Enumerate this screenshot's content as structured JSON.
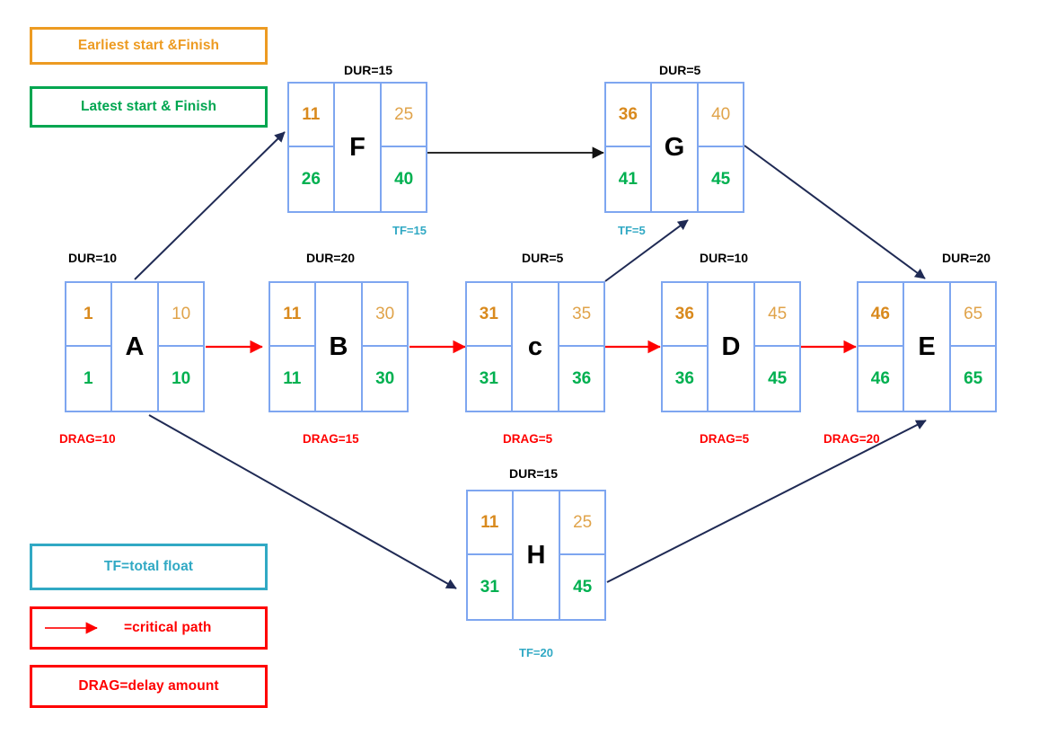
{
  "diagram": {
    "title": "Critical Path Method Network Diagram",
    "colors": {
      "earliest": "#D98A1E",
      "latest": "#00B050",
      "total_float": "#31A9C4",
      "critical_path": "#FF0000",
      "node_border": "#7EA6F0",
      "arrow": "#1F2A54"
    }
  },
  "legend": [
    {
      "id": "earliest",
      "label": "Earliest start &Finish",
      "style": "orange"
    },
    {
      "id": "latest",
      "label": "Latest start & Finish",
      "style": "green"
    },
    {
      "id": "tf",
      "label": "TF=total float",
      "style": "teal"
    },
    {
      "id": "critical",
      "label": "=critical path",
      "style": "red"
    },
    {
      "id": "drag",
      "label": "DRAG=delay amount",
      "style": "red"
    }
  ],
  "nodes": [
    {
      "id": "A",
      "letter": "A",
      "es": "1",
      "ef": "10",
      "ls": "1",
      "lf": "10",
      "dur": "DUR=10",
      "tf": null,
      "drag": "DRAG=10",
      "ef_dim": true
    },
    {
      "id": "B",
      "letter": "B",
      "es": "11",
      "ef": "30",
      "ls": "11",
      "lf": "30",
      "dur": "DUR=20",
      "tf": null,
      "drag": "DRAG=15",
      "ef_dim": true
    },
    {
      "id": "C",
      "letter": "c",
      "es": "31",
      "ef": "35",
      "ls": "31",
      "lf": "36",
      "dur": "DUR=5",
      "tf": null,
      "drag": "DRAG=5",
      "ef_dim": true
    },
    {
      "id": "D",
      "letter": "D",
      "es": "36",
      "ef": "45",
      "ls": "36",
      "lf": "45",
      "dur": "DUR=10",
      "tf": null,
      "drag": "DRAG=5",
      "ef_dim": true
    },
    {
      "id": "E",
      "letter": "E",
      "es": "46",
      "ef": "65",
      "ls": "46",
      "lf": "65",
      "dur": "DUR=20",
      "tf": null,
      "drag": "DRAG=20",
      "ef_dim": true
    },
    {
      "id": "F",
      "letter": "F",
      "es": "11",
      "ef": "25",
      "ls": "26",
      "lf": "40",
      "dur": "DUR=15",
      "tf": "TF=15",
      "drag": null,
      "ef_dim": true
    },
    {
      "id": "G",
      "letter": "G",
      "es": "36",
      "ef": "40",
      "ls": "41",
      "lf": "45",
      "dur": "DUR=5",
      "tf": "TF=5",
      "drag": null,
      "ef_dim": true
    },
    {
      "id": "H",
      "letter": "H",
      "es": "11",
      "ef": "25",
      "ls": "31",
      "lf": "45",
      "dur": "DUR=15",
      "tf": "TF=20",
      "drag": null,
      "ef_dim": true
    }
  ],
  "edges": [
    {
      "from": "A",
      "to": "B",
      "type": "critical"
    },
    {
      "from": "B",
      "to": "C",
      "type": "critical"
    },
    {
      "from": "C",
      "to": "D",
      "type": "critical"
    },
    {
      "from": "D",
      "to": "E",
      "type": "critical"
    },
    {
      "from": "A",
      "to": "F",
      "type": "normal"
    },
    {
      "from": "F",
      "to": "G",
      "type": "normal"
    },
    {
      "from": "C",
      "to": "G",
      "type": "normal"
    },
    {
      "from": "G",
      "to": "E",
      "type": "normal"
    },
    {
      "from": "A",
      "to": "H",
      "type": "normal"
    },
    {
      "from": "H",
      "to": "E",
      "type": "normal"
    }
  ]
}
